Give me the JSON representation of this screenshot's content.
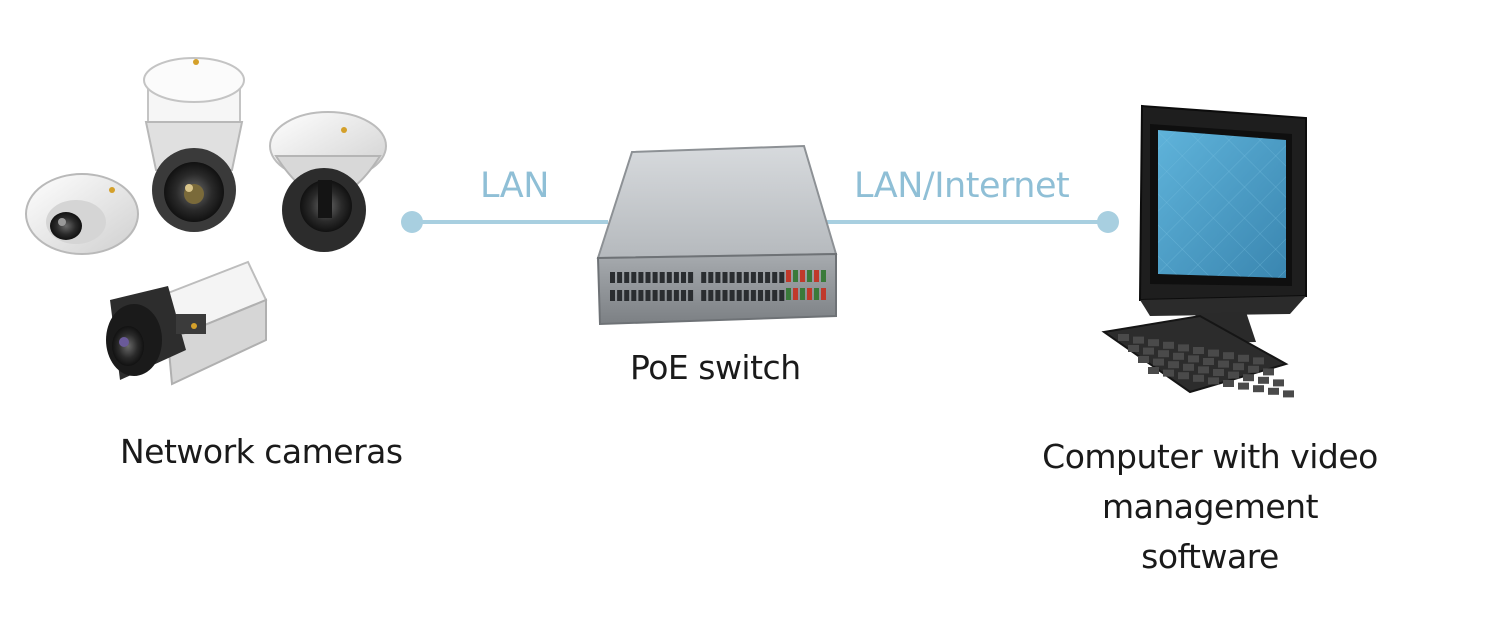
{
  "colors": {
    "link_line": "#a8cfe0",
    "link_text": "#8fbfd6",
    "camera_white": "#e8e8e8",
    "camera_dark": "#2e2e2e",
    "switch_body": "#9a9ea2",
    "switch_top": "#c7cacd",
    "switch_port_accent": "#c0392b",
    "monitor_frame": "#1c1c1c",
    "monitor_screen": "#4aa0cc"
  },
  "icons": {
    "cameras": "network-cameras-icon",
    "switch": "poe-switch-icon",
    "computer": "computer-icon"
  },
  "nodes": {
    "cameras": {
      "label": "Network cameras"
    },
    "switch": {
      "label": "PoE switch"
    },
    "computer": {
      "label": "Computer with video management software"
    }
  },
  "links": [
    {
      "label": "LAN"
    },
    {
      "label": "LAN/Internet"
    }
  ]
}
